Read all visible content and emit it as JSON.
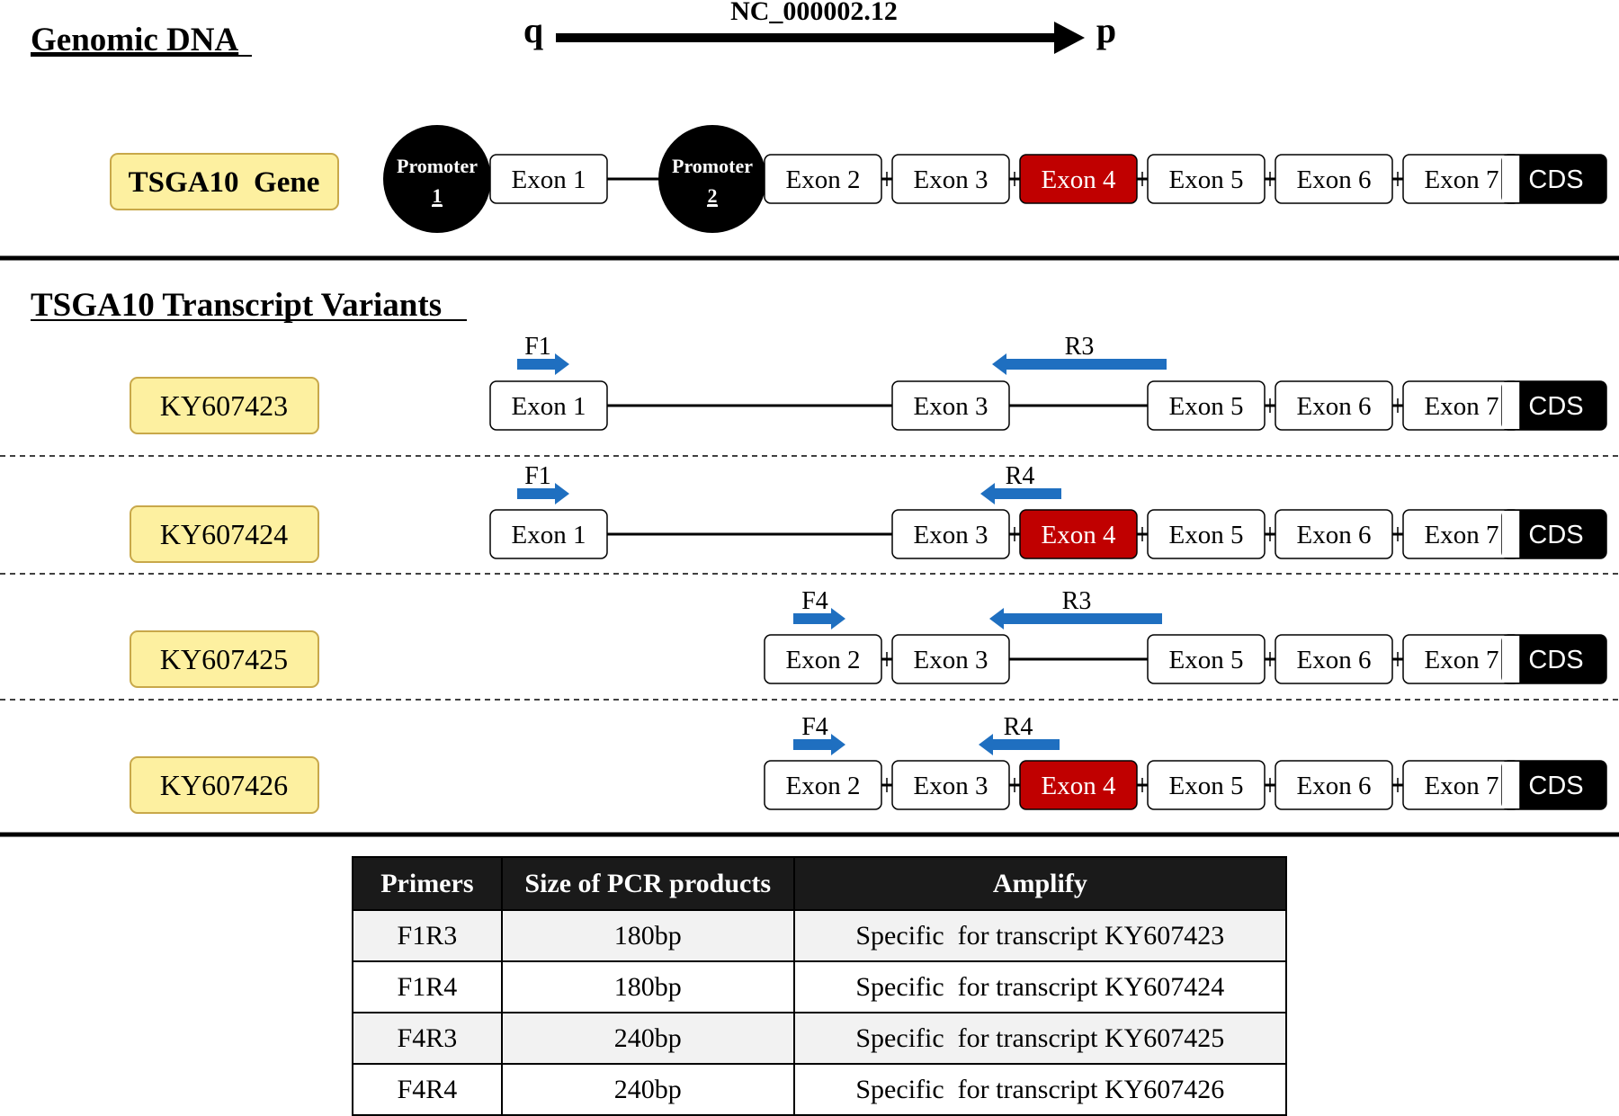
{
  "header": {
    "genomic_title": "Genomic DNA",
    "accession": "NC_000002.12",
    "q_label": "q",
    "p_label": "p"
  },
  "gene": {
    "label": "TSGA10  Gene",
    "promoter1": {
      "label": "Promoter",
      "number": "1"
    },
    "promoter2": {
      "label": "Promoter",
      "number": "2"
    },
    "exons": [
      "Exon 1",
      "Exon 2",
      "Exon 3",
      "Exon 4",
      "Exon 5",
      "Exon 6",
      "Exon 7"
    ],
    "cds": "CDS"
  },
  "variants_title": "TSGA10 Transcript Variants",
  "variants": [
    {
      "id": "KY607423",
      "exons": [
        "Exon 1",
        "Exon 3",
        "Exon 5",
        "Exon 6",
        "Exon 7"
      ],
      "forward": "F1",
      "reverse": "R3"
    },
    {
      "id": "KY607424",
      "exons": [
        "Exon 1",
        "Exon 3",
        "Exon 4",
        "Exon 5",
        "Exon 6",
        "Exon 7"
      ],
      "forward": "F1",
      "reverse": "R4"
    },
    {
      "id": "KY607425",
      "exons": [
        "Exon 2",
        "Exon 3",
        "Exon 5",
        "Exon 6",
        "Exon 7"
      ],
      "forward": "F4",
      "reverse": "R3"
    },
    {
      "id": "KY607426",
      "exons": [
        "Exon 2",
        "Exon 3",
        "Exon 4",
        "Exon 5",
        "Exon 6",
        "Exon 7"
      ],
      "forward": "F4",
      "reverse": "R4"
    }
  ],
  "colors": {
    "label_fill": "#fdf0a0",
    "label_stroke": "#c8a84a",
    "highlight_exon": "#c00000",
    "primer_arrow": "#1f6fc0",
    "cds_fill": "#000000"
  },
  "table": {
    "headers": [
      "Primers",
      "Size of PCR products",
      "Amplify"
    ],
    "rows": [
      [
        "F1R3",
        "180bp",
        "Specific  for transcript KY607423"
      ],
      [
        "F1R4",
        "180bp",
        "Specific  for transcript KY607424"
      ],
      [
        "F4R3",
        "240bp",
        "Specific  for transcript KY607425"
      ],
      [
        "F4R4",
        "240bp",
        "Specific  for transcript KY607426"
      ]
    ]
  }
}
